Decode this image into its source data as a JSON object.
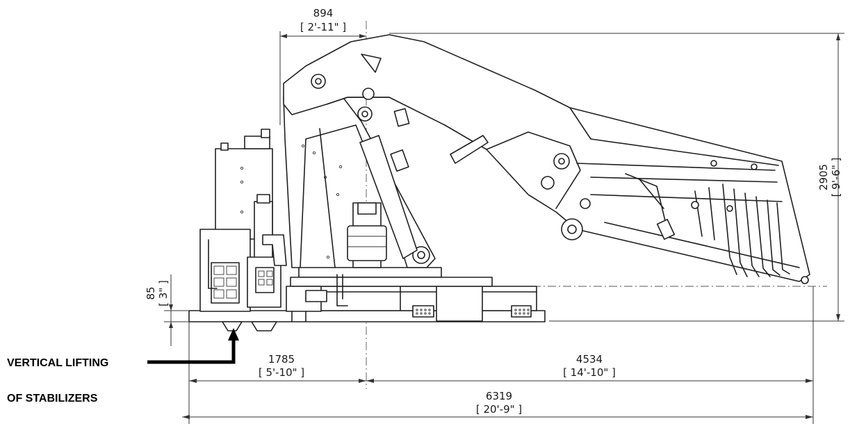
{
  "dimensions": {
    "top_offset": {
      "mm": "894",
      "ftin": "[ 2'-11\" ]"
    },
    "height": {
      "mm": "2905",
      "ftin": "[ 9'-6\" ]"
    },
    "base_height": {
      "mm": "85",
      "ftin": "[ 3\" ]"
    },
    "left_span": {
      "mm": "1785",
      "ftin": "[ 5'-10\" ]"
    },
    "right_span": {
      "mm": "4534",
      "ftin": "[ 14'-10\" ]"
    },
    "total_length": {
      "mm": "6319",
      "ftin": "[ 20'-9\" ]"
    }
  },
  "annotation": {
    "line1": "VERTICAL LIFTING",
    "line2": "OF STABILIZERS"
  }
}
